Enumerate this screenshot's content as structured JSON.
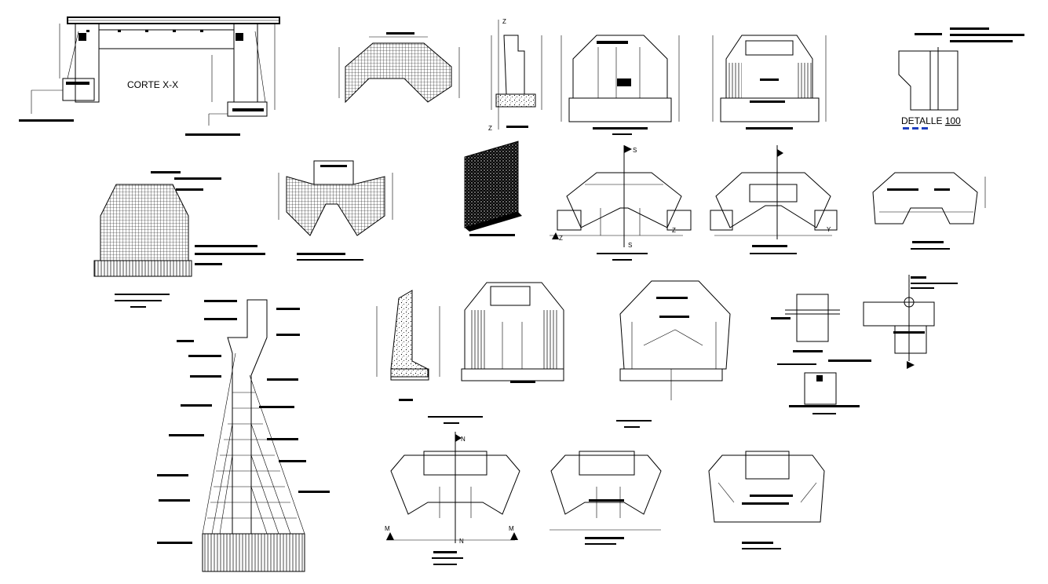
{
  "labels": {
    "section_title": "CORTE X-X",
    "detail_label": "DETALLE",
    "detail_number": "100",
    "markers": {
      "z_top": "Z",
      "z_bottom": "Z",
      "s_top": "S",
      "s_bottom": "S",
      "z_left": "Z",
      "z_right": "Z",
      "y_right": "Y",
      "n_top": "N",
      "n_bottom": "N",
      "m_left": "M",
      "m_right": "M"
    }
  },
  "colors": {
    "ink": "#000000",
    "accent": "#1f3fbf",
    "background": "#ffffff"
  }
}
